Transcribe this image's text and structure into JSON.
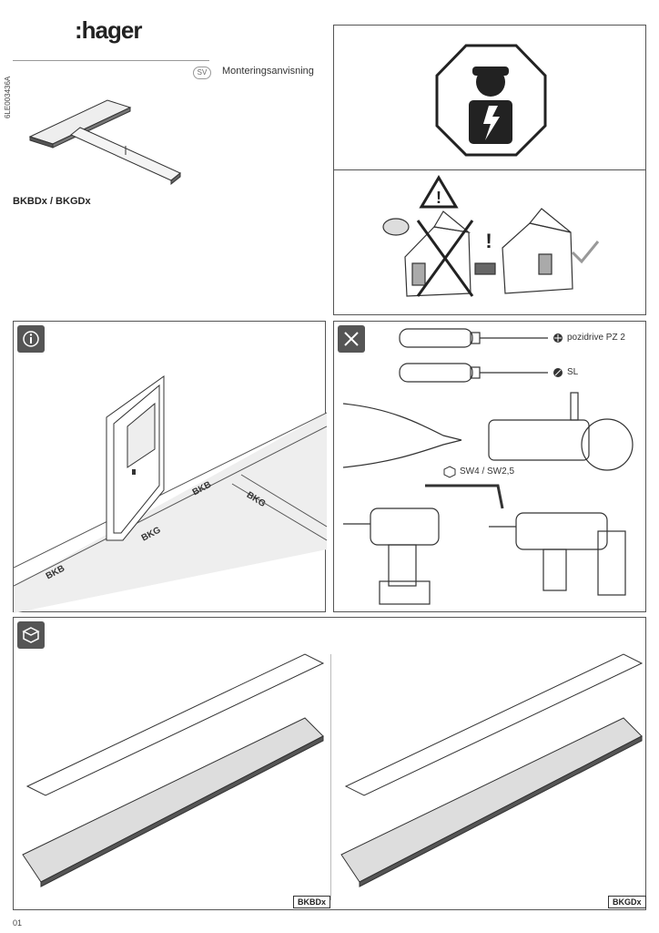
{
  "brand": {
    "logo": "hager",
    "logo_prefix": ":"
  },
  "document": {
    "id": "6LE003436A",
    "language_badge": "SV",
    "title": "Monteringsanvisning",
    "product": "BKBDx / BKGDx",
    "page": "01"
  },
  "floor_plan": {
    "labels": [
      "BKB",
      "BKB",
      "BKG",
      "BKG"
    ]
  },
  "tools": {
    "pozidrive": "pozidrive PZ 2",
    "slotted": "SL",
    "hex_key": "SW4 / SW2,5"
  },
  "variants": {
    "left": "BKBDx",
    "right": "BKGDx"
  },
  "icons": [
    "info-icon",
    "tools-icon",
    "package-icon",
    "electrician-icon",
    "warning-icon"
  ]
}
